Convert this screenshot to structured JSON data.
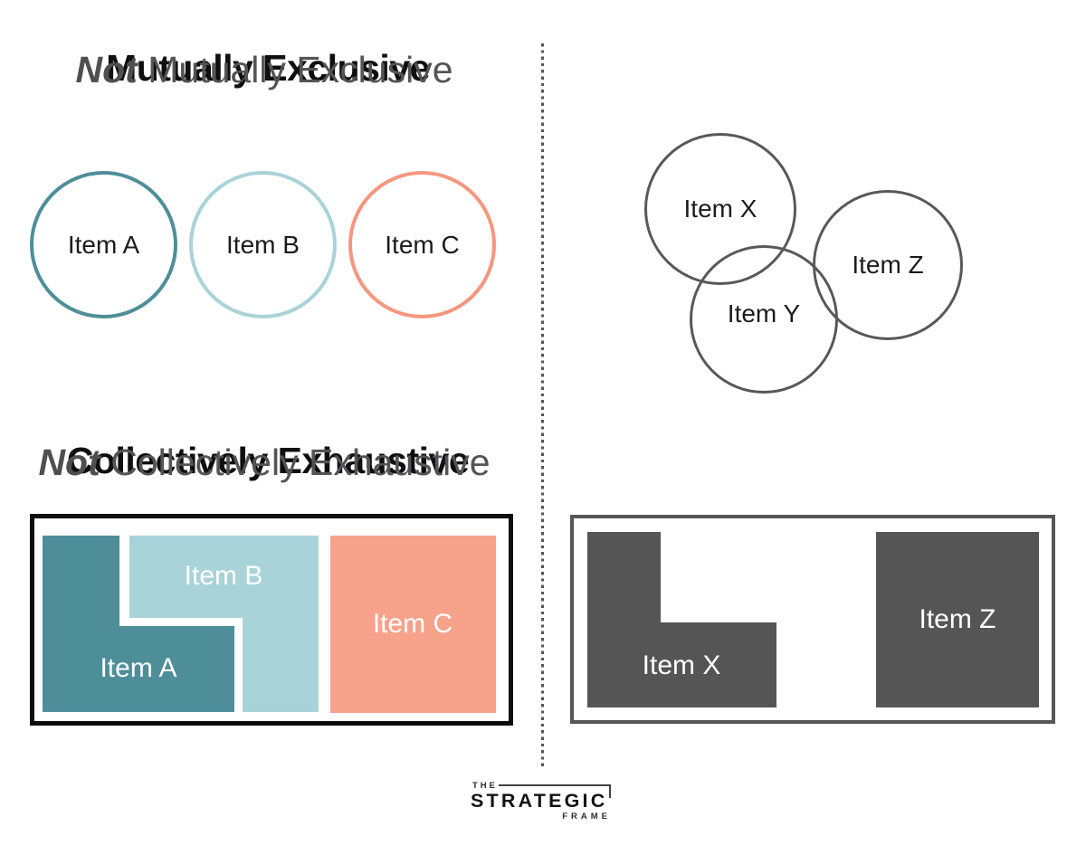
{
  "colors": {
    "teal": "#4E8E99",
    "light_blue": "#A8D3D8",
    "salmon_stroke": "#F5977E",
    "salmon_fill": "#F7A28B",
    "dark_gray": "#555555",
    "heading_black": "#0F0F0F",
    "heading_gray": "#545457"
  },
  "sections": {
    "mutually_exclusive": {
      "title": "Mutually Exclusive",
      "circles": [
        {
          "label": "Item A"
        },
        {
          "label": "Item B"
        },
        {
          "label": "Item C"
        }
      ]
    },
    "not_mutually_exclusive": {
      "title_emphasis": "Not",
      "title_rest": "Mutually Exclusive",
      "circles": [
        {
          "label": "Item X"
        },
        {
          "label": "Item Y"
        },
        {
          "label": "Item Z"
        }
      ]
    },
    "collectively_exhaustive": {
      "title": "Collectively Exhaustive",
      "blocks": [
        {
          "label": "Item A"
        },
        {
          "label": "Item B"
        },
        {
          "label": "Item C"
        }
      ]
    },
    "not_collectively_exhaustive": {
      "title_emphasis": "Not",
      "title_rest": "Collectively Exhaustive",
      "blocks": [
        {
          "label": "Item X"
        },
        {
          "label": "Item Z"
        }
      ]
    }
  },
  "logo": {
    "line1": "THE",
    "line2": "STRATEGIC",
    "line3": "FRAME"
  }
}
